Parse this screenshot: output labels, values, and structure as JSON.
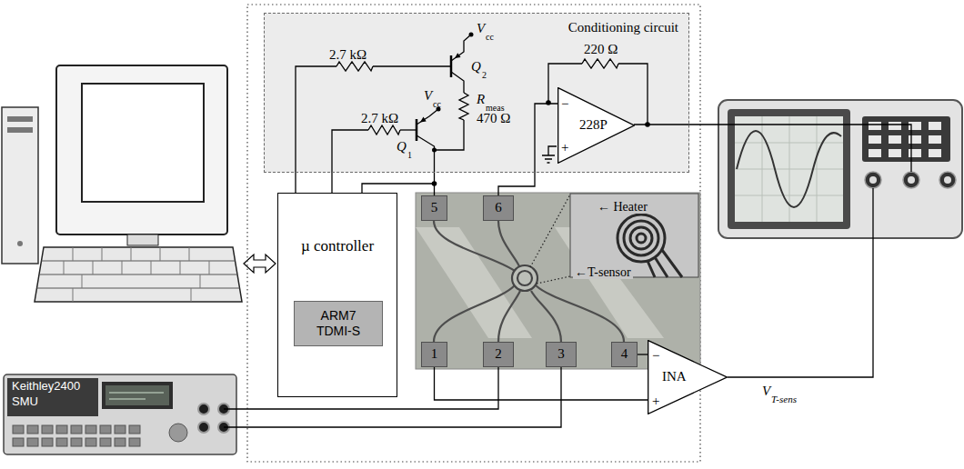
{
  "diagram": {
    "nodes": [
      {
        "text": [
          "Conditioning circuit"
        ]
      },
      {
        "text": [
          "228P"
        ],
        "in": 0
      },
      {
        "text": [
          "µ controller"
        ]
      },
      {
        "text": [
          "ARM7 TDMI-S"
        ],
        "in": 2
      },
      {
        "text": [
          "5"
        ]
      },
      {
        "text": [
          "6"
        ]
      },
      {
        "text": [
          "1"
        ]
      },
      {
        "text": [
          "2"
        ]
      },
      {
        "text": [
          "3"
        ]
      },
      {
        "text": [
          "4"
        ]
      },
      {
        "text": [
          "INA"
        ]
      },
      {
        "text": [
          "Keithley2400",
          "SMU"
        ]
      }
    ],
    "edges": [
      {
        "from": 2,
        "to": 4,
        "arrow": "none"
      },
      {
        "from": 5,
        "to": 1,
        "arrow": "none"
      },
      {
        "from": 6,
        "to": 10,
        "arrow": "none"
      },
      {
        "from": 9,
        "to": 10,
        "arrow": "none"
      },
      {
        "from": 11,
        "to": 7,
        "arrow": "none"
      },
      {
        "from": 11,
        "to": 8,
        "arrow": "none"
      }
    ],
    "labels": [
      "2.7 kΩ",
      "2.7 kΩ",
      "V",
      "cc",
      "V",
      "cc",
      "Q",
      "2",
      "Q",
      "1",
      "R",
      "meas",
      "470 Ω",
      "220 Ω",
      "−",
      "+",
      "← Heater",
      "←T-sensor",
      "−",
      "+",
      "V",
      "T-sens"
    ]
  }
}
